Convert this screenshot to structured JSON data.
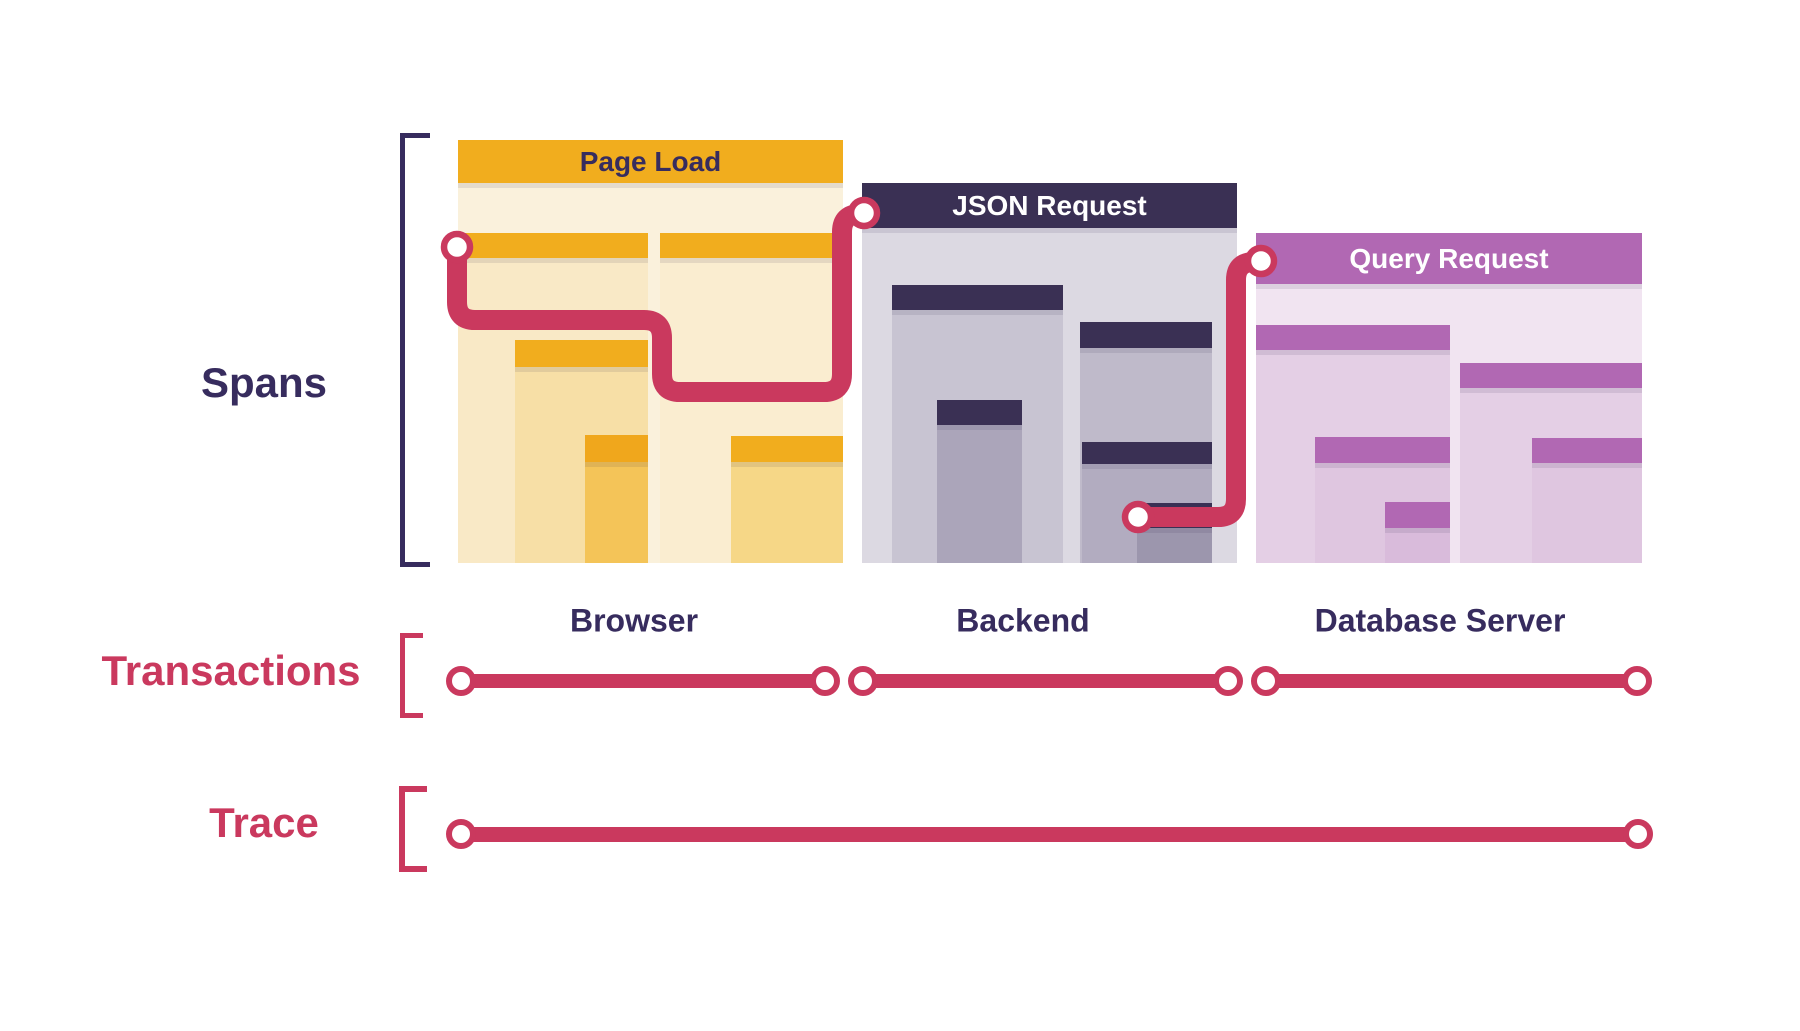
{
  "colors": {
    "red": "#CA395E",
    "navy": "#372C5E",
    "navy-header": "#3A3054",
    "gold": "#F1AD1E",
    "gold-deep": "#F0A71C",
    "cream": "#FAF1DC",
    "y-child1": "#F9E9C6",
    "y-child2": "#FAEDD0",
    "y-grand": "#F7DFA6",
    "y-gg": "#F4C458",
    "y-c2grand": "#F6D787",
    "g-body": "#DCD9E2",
    "g-child1": "#C8C4D2",
    "g-child2": "#BFBACA",
    "g-grand1": "#ABA5BA",
    "g-grand2": "#B2ACC0",
    "g-deep": "#9C96AD",
    "p-header": "#B168B3",
    "p-body": "#F1E4F1",
    "p-child": "#E4CFE5",
    "p-grand": "#DFC6E0",
    "p-gg": "#D9BBDB"
  },
  "labels": {
    "spans": "Spans",
    "transactions": "Transactions",
    "trace": "Trace"
  },
  "blocks": [
    {
      "title": "Page Load",
      "service": "Browser"
    },
    {
      "title": "JSON Request",
      "service": "Backend"
    },
    {
      "title": "Query Request",
      "service": "Database Server"
    }
  ]
}
